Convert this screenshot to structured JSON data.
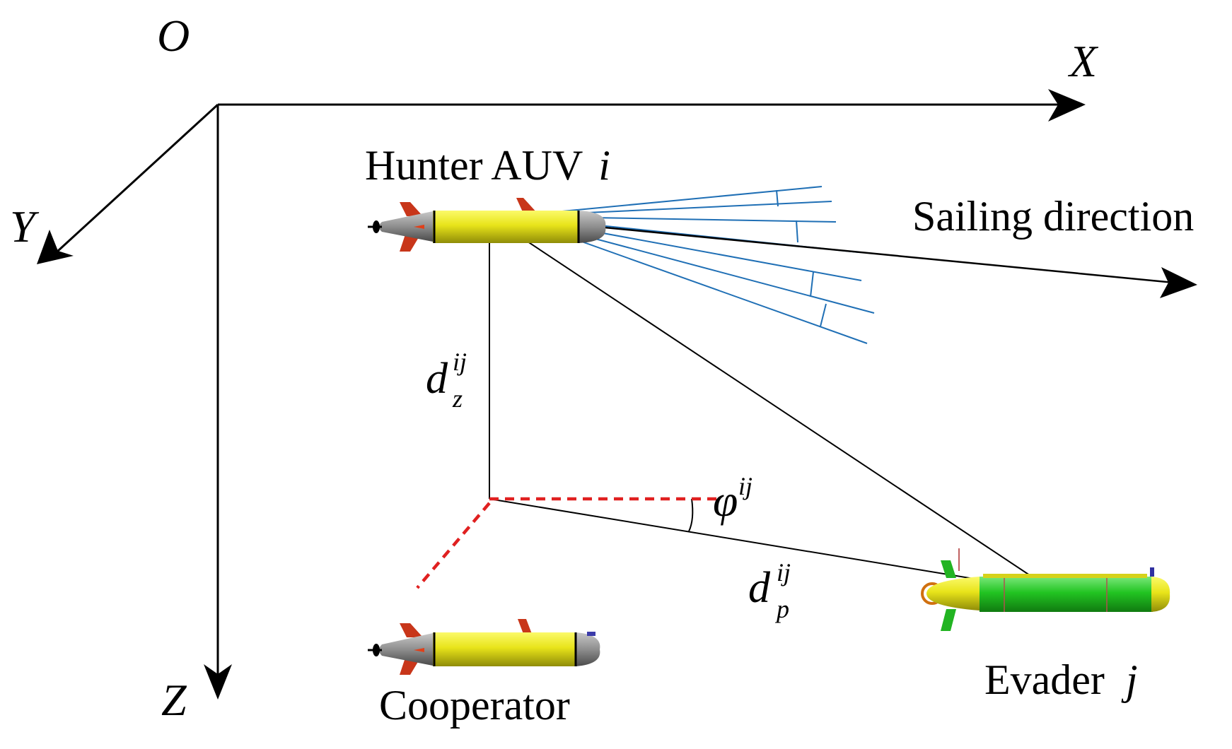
{
  "axes": {
    "origin": "O",
    "x": "X",
    "y": "Y",
    "z": "Z"
  },
  "labels": {
    "hunter": "Hunter AUV",
    "hunter_index": "i",
    "sailing": "Sailing direction",
    "cooperator": "Cooperator",
    "evader": "Evader",
    "evader_index": "j"
  },
  "symbols": {
    "dz_base": "d",
    "dz_sup": "ij",
    "dz_sub": "z",
    "phi_base": "φ",
    "phi_sup": "ij",
    "dp_base": "d",
    "dp_sup": "ij",
    "dp_sub": "p"
  },
  "colors": {
    "axis": "#000000",
    "sonar_beam": "#1f6fb5",
    "projection": "#e02020",
    "auv_body": "#e6e21a",
    "auv_nose": "#8a8a8a",
    "evader_body": "#22c422",
    "fin": "#c8361a"
  }
}
